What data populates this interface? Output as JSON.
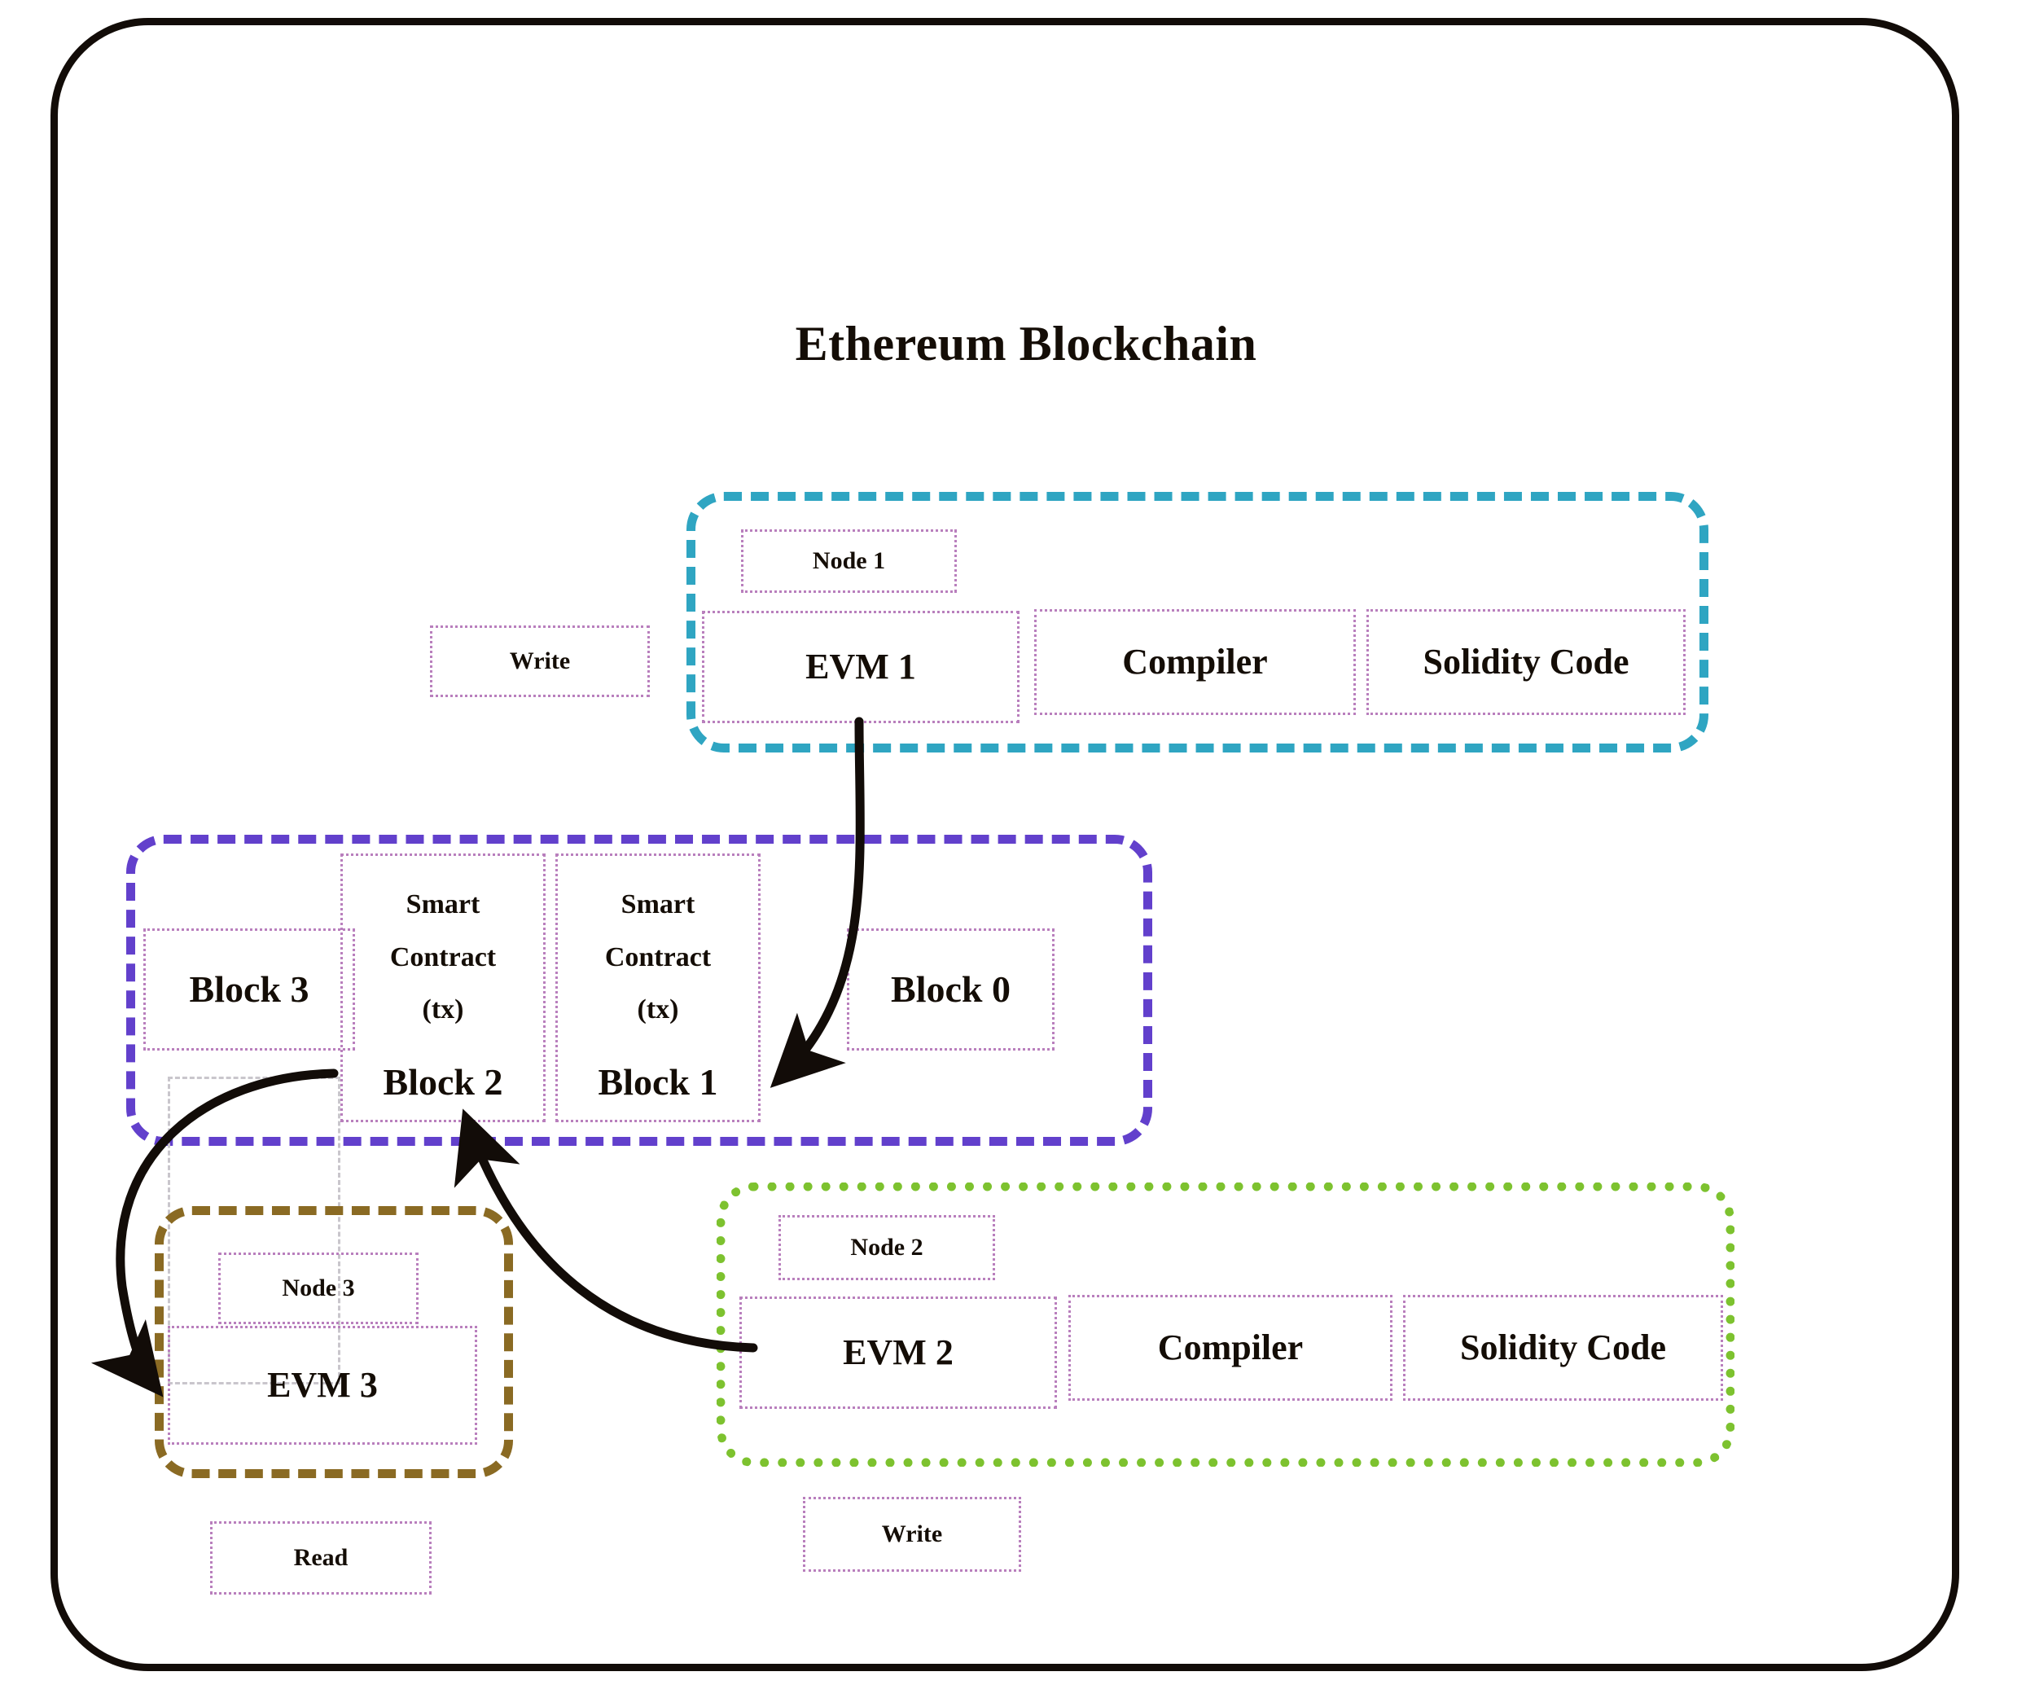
{
  "diagram": {
    "title": "Ethereum Blockchain",
    "boundary_color": "#120c08",
    "box_border_color": "#b97fbd"
  },
  "node1": {
    "group_color": "#2fa5c2",
    "node_label": "Node 1",
    "evm_label": "EVM 1",
    "compiler_label": "Compiler",
    "solidity_label": "Solidity Code"
  },
  "node2": {
    "group_color": "#7dc22f",
    "node_label": "Node 2",
    "evm_label": "EVM 2",
    "compiler_label": "Compiler",
    "solidity_label": "Solidity Code"
  },
  "node3": {
    "group_color": "#8a6a23",
    "node_label": "Node 3",
    "evm_label": "EVM 3"
  },
  "chain": {
    "group_color": "#6240cc",
    "block3_label": "Block 3",
    "block2_label": "Block 2",
    "block1_label": "Block 1",
    "block0_label": "Block 0",
    "smart_contract_line1": "Smart",
    "smart_contract_line2": "Contract",
    "smart_contract_line3": "(tx)"
  },
  "operations": {
    "write_top_label": "Write",
    "write_bottom_label": "Write",
    "read_label": "Read"
  },
  "arrows": [
    {
      "name": "evm1-writes-block1",
      "from": "EVM 1",
      "to": "Block 1"
    },
    {
      "name": "evm2-writes-block2",
      "from": "EVM 2",
      "to": "Block 2"
    },
    {
      "name": "block2-read-by-evm3",
      "from": "Block 2",
      "to": "EVM 3"
    }
  ]
}
